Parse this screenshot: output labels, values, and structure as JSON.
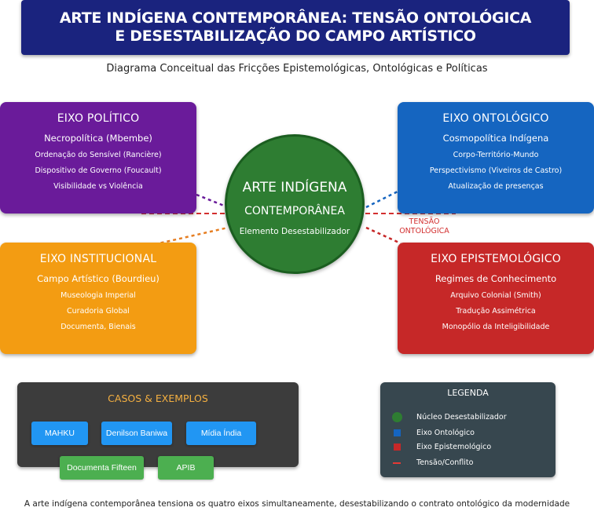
{
  "title": {
    "line1": "ARTE INDÍGENA CONTEMPORÂNEA: TENSÃO ONTOLÓGICA",
    "line2": "E DESESTABILIZAÇÃO DO CAMPO ARTÍSTICO"
  },
  "subtitle": "Diagrama Conceitual das Fricções Epistemológicas, Ontológicas e Políticas",
  "center": {
    "line1": "ARTE INDÍGENA",
    "line2": "CONTEMPORÂNEA",
    "sub": "Elemento Desestabilizador"
  },
  "tension_label": {
    "line1": "TENSÃO",
    "line2": "ONTOLÓGICA"
  },
  "axes": {
    "politico": {
      "title": "EIXO POLÍTICO",
      "main": "Necropolítica (Mbembe)",
      "items": [
        "Ordenação do Sensível (Rancière)",
        "Dispositivo de Governo (Foucault)",
        "Visibilidade vs Violência"
      ],
      "color": "#6a1b9a"
    },
    "ontologico": {
      "title": "EIXO ONTOLÓGICO",
      "main": "Cosmopolítica Indígena",
      "items": [
        "Corpo-Território-Mundo",
        "Perspectivismo (Viveiros de Castro)",
        "Atualização de presenças"
      ],
      "color": "#1565c0"
    },
    "institucional": {
      "title": "EIXO INSTITUCIONAL",
      "main": "Campo Artístico (Bourdieu)",
      "items": [
        "Museologia Imperial",
        "Curadoria Global",
        "Documenta, Bienais"
      ],
      "color": "#f39c12"
    },
    "epistemologico": {
      "title": "EIXO EPISTEMOLÓGICO",
      "main": "Regimes de Conhecimento",
      "items": [
        "Arquivo Colonial (Smith)",
        "Tradução Assimétrica",
        "Monopólio da Inteligibilidade"
      ],
      "color": "#c62828"
    }
  },
  "casos": {
    "title": "CASOS & EXEMPLOS",
    "chips": [
      "MAHKU",
      "Denilson Baniwa",
      "Mídia Índia",
      "Documenta Fifteen",
      "APIB"
    ],
    "blue": "#2196f3",
    "green": "#4caf50"
  },
  "legend": {
    "title": "LEGENDA",
    "items": [
      "Núcleo Desestabilizador",
      "Eixo Ontológico",
      "Eixo Epistemológico",
      "Tensão/Conflito"
    ]
  },
  "footer": "A arte indígena contemporânea tensiona os quatro eixos simultaneamente, desestabilizando o contrato ontológico da modernidade"
}
